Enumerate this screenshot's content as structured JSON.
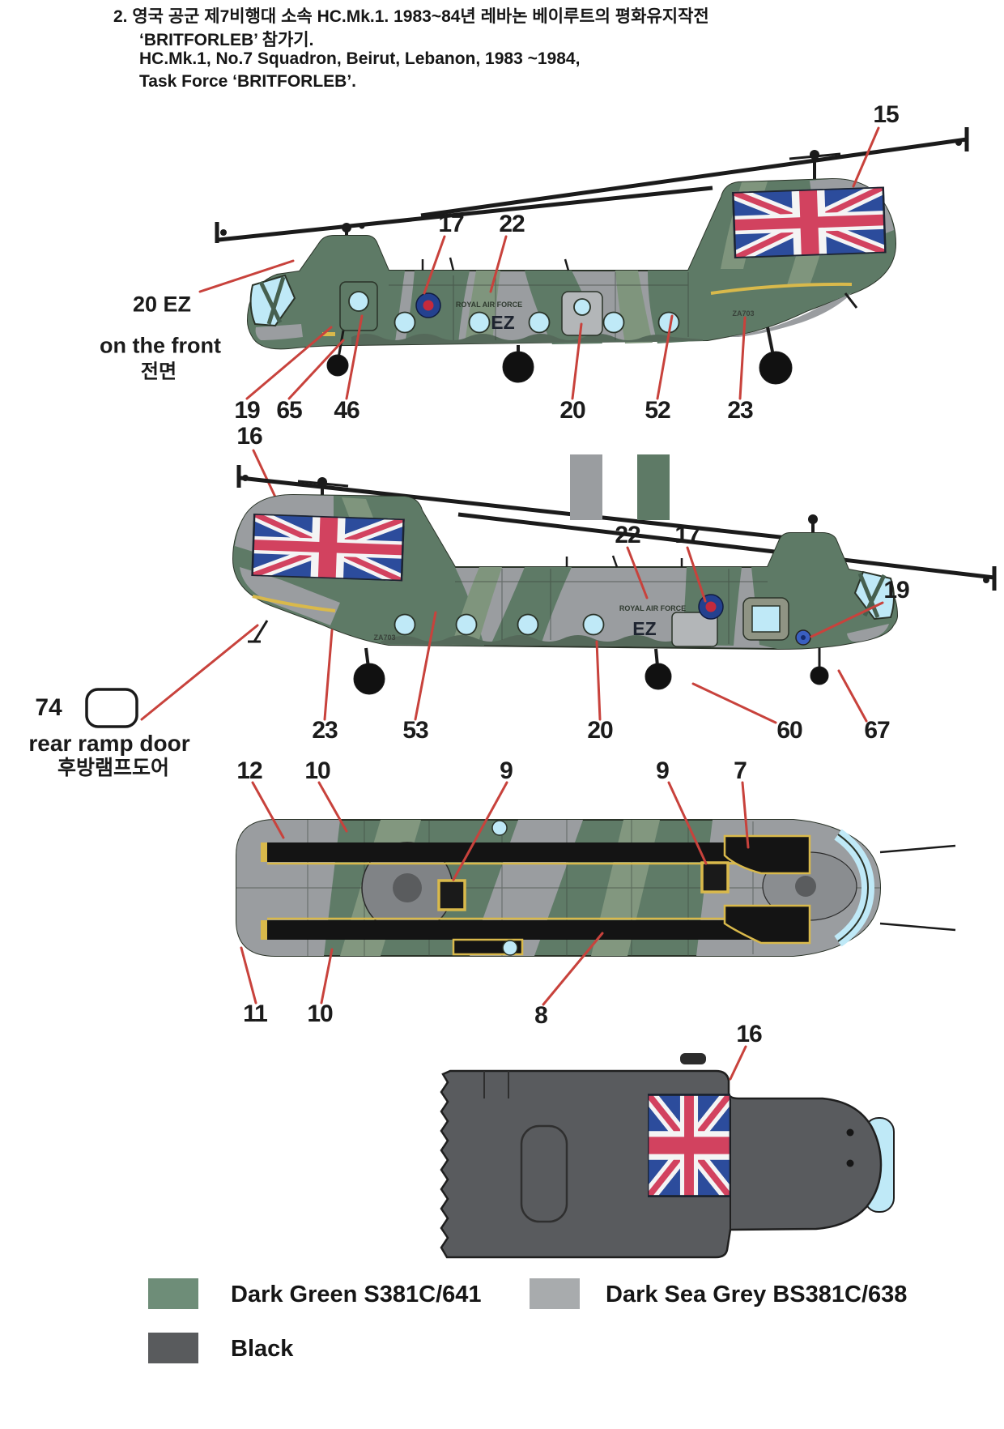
{
  "header": {
    "line1": "2. 영국 공군 제7비행대 소속 HC.Mk.1. 1983~84년 레바논 베이루트의 평화유지작전",
    "line2": "‘BRITFORLEB’ 참가기.",
    "line3": "HC.Mk.1, No.7 Squadron, Beirut, Lebanon, 1983 ~1984,",
    "line4": "Task Force  ‘BRITFORLEB’."
  },
  "aircraft_markings": {
    "code": "EZ",
    "service_title": "ROYAL AIR FORCE",
    "serial": "ZA703"
  },
  "annotations": {
    "front_code": {
      "code_note": "20 EZ",
      "text_en": "on the front",
      "text_ko": "전면"
    },
    "rear_ramp": {
      "number": "74",
      "text_en": "rear ramp door",
      "text_ko": "후방램프도어"
    }
  },
  "callouts": {
    "view1": [
      "15",
      "17",
      "22",
      "19",
      "65",
      "46",
      "20",
      "52",
      "23"
    ],
    "view2": [
      "16",
      "22",
      "17",
      "19",
      "23",
      "53",
      "20",
      "60",
      "67"
    ],
    "view3_top": [
      "12",
      "10",
      "9",
      "9",
      "7"
    ],
    "view3_bottom": [
      "11",
      "10",
      "8"
    ],
    "view4": [
      "16"
    ]
  },
  "legend": [
    {
      "label": "Dark Green S381C/641",
      "color": "#6e8d78"
    },
    {
      "label": "Dark Sea Grey BS381C/638",
      "color": "#a8abad"
    },
    {
      "label": "Black",
      "color": "#595b5d"
    }
  ],
  "colors": {
    "camo_green": "#5e7a66",
    "camo_green_light": "#7f957d",
    "camo_grey": "#9a9da0",
    "black_parts": "#595b5e",
    "leader_line": "#c8423c",
    "window_blue": "#bfe9f7",
    "flag_blue": "#2c4c9c",
    "flag_red": "#d2425f",
    "yellow_trim": "#d9b94b"
  }
}
